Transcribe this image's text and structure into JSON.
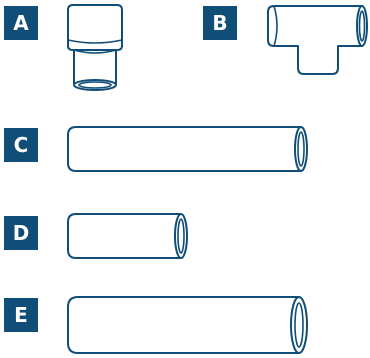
{
  "labels": {
    "a": "A",
    "b": "B",
    "c": "C",
    "d": "D",
    "e": "E"
  },
  "colors": {
    "label_fill": "#104e78",
    "stroke": "#104e78",
    "background": "#ffffff"
  },
  "items": [
    {
      "label": "A",
      "icon": "reducer-bushing-icon"
    },
    {
      "label": "B",
      "icon": "tee-fitting-icon"
    },
    {
      "label": "C",
      "icon": "pipe-icon"
    },
    {
      "label": "D",
      "icon": "pipe-icon"
    },
    {
      "label": "E",
      "icon": "pipe-icon"
    }
  ]
}
